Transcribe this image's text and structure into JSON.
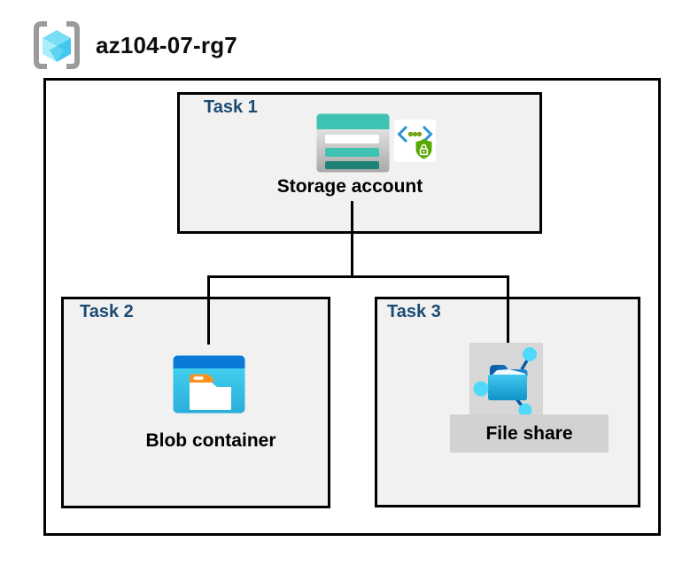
{
  "header": {
    "resource_group": "az104-07-rg7"
  },
  "tasks": [
    {
      "label": "Task 1",
      "item": "Storage account",
      "icons": [
        "storage-account-icon",
        "shared-access-signature-icon"
      ]
    },
    {
      "label": "Task 2",
      "item": "Blob container",
      "icons": [
        "blob-container-icon"
      ]
    },
    {
      "label": "Task 3",
      "item": "File share",
      "icons": [
        "file-share-icon"
      ]
    }
  ],
  "connections": [
    {
      "from": "Storage account",
      "to": "Blob container"
    },
    {
      "from": "Storage account",
      "to": "File share"
    }
  ],
  "colors": {
    "task_label": "#1b4a73",
    "task_box_fill": "#f1f1f1",
    "box_border": "#000000",
    "connector": "#000000",
    "storage_teal": "#3ec3b3",
    "storage_teal_dark": "#1f8277",
    "blob_header_blue": "#0b7ad6",
    "blob_body_cyan": "#37c6ec",
    "folder_tab_orange": "#f7941e",
    "sas_bracket_blue": "#2a93d5",
    "sas_shield_green": "#57a802",
    "fileshare_node_cyan": "#4fd9fa",
    "fileshare_link_navy": "#0b5aa5",
    "rg_bracket_gray": "#9b9b9b",
    "rg_cube_cyan": "#79def5",
    "fileshare_bg_gray": "#d7d7d7"
  }
}
